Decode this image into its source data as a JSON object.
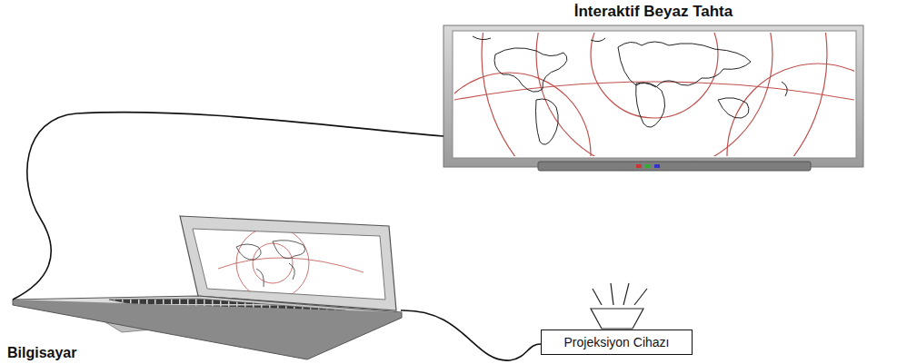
{
  "diagram": {
    "nodes": [
      {
        "text": [
          "İnteraktif Beyaz Tahta"
        ]
      },
      {
        "text": [
          "Bilgisayar"
        ]
      },
      {
        "text": [
          "Projeksiyon Cihazı"
        ]
      }
    ],
    "edges": [
      {
        "from": 1,
        "to": 0,
        "arrow": "none"
      },
      {
        "from": 1,
        "to": 2,
        "arrow": "none"
      }
    ]
  }
}
